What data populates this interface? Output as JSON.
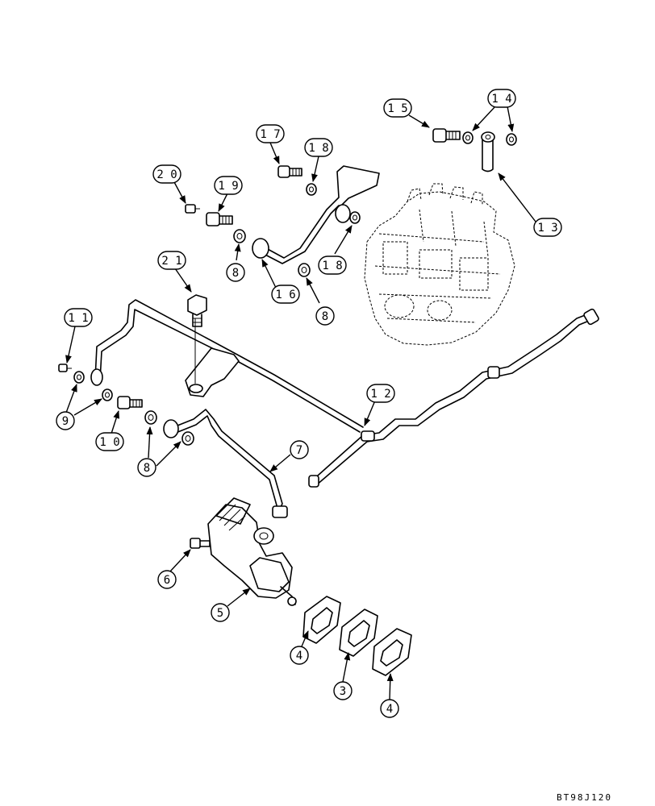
{
  "reference_code": "BT98J120",
  "callouts": [
    {
      "id": "c1",
      "label": "1 5"
    },
    {
      "id": "c2",
      "label": "1 4"
    },
    {
      "id": "c3",
      "label": "1 7"
    },
    {
      "id": "c4",
      "label": "1 8"
    },
    {
      "id": "c5",
      "label": "2 0"
    },
    {
      "id": "c6",
      "label": "1 9"
    },
    {
      "id": "c7",
      "label": "1 3"
    },
    {
      "id": "c8",
      "label": "8"
    },
    {
      "id": "c9",
      "label": "1 8"
    },
    {
      "id": "c10",
      "label": "2 1"
    },
    {
      "id": "c11",
      "label": "1 6"
    },
    {
      "id": "c12",
      "label": "8"
    },
    {
      "id": "c13",
      "label": "1 1"
    },
    {
      "id": "c14",
      "label": "1 2"
    },
    {
      "id": "c15",
      "label": "9"
    },
    {
      "id": "c16",
      "label": "1 0"
    },
    {
      "id": "c17",
      "label": "7"
    },
    {
      "id": "c18",
      "label": "8"
    },
    {
      "id": "c19",
      "label": "6"
    },
    {
      "id": "c20",
      "label": "5"
    },
    {
      "id": "c21",
      "label": "4"
    },
    {
      "id": "c22",
      "label": "3"
    },
    {
      "id": "c23",
      "label": "4"
    }
  ]
}
